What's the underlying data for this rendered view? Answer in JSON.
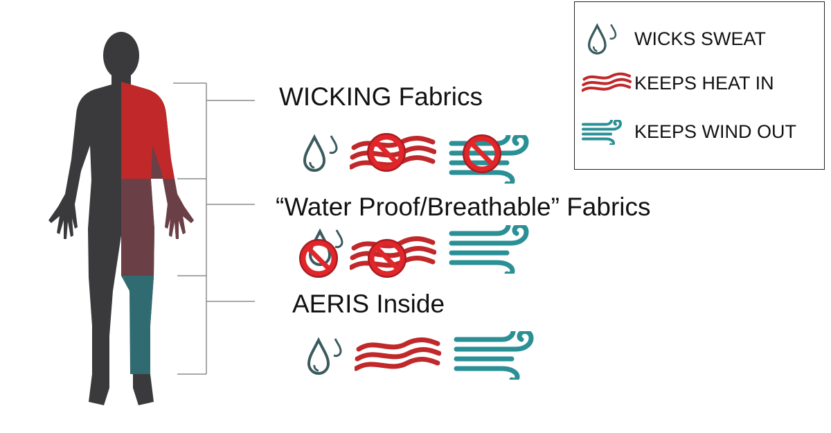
{
  "legend": {
    "items": [
      {
        "icon": "water-drops-icon",
        "label": "WICKS SWEAT",
        "color": "#3a5a5f"
      },
      {
        "icon": "heat-waves-icon",
        "label": "KEEPS HEAT IN",
        "color": "#c0282a"
      },
      {
        "icon": "wind-gust-icon",
        "label": "KEEPS WIND OUT",
        "color": "#2a9096"
      }
    ]
  },
  "layers": [
    {
      "title": "WICKING Fabrics",
      "color": "#c0282a",
      "wicks_sweat": true,
      "keeps_heat_in": false,
      "keeps_wind_out": false
    },
    {
      "title": "“Water Proof/Breathable” Fabrics",
      "color": "#6b3f46",
      "wicks_sweat": false,
      "keeps_heat_in": false,
      "keeps_wind_out": true
    },
    {
      "title": "AERIS Inside",
      "color": "#2f6b70",
      "wicks_sweat": true,
      "keeps_heat_in": true,
      "keeps_wind_out": true
    }
  ],
  "colors": {
    "body": "#3a3a3c",
    "prohibited": "#e0262a",
    "bracket": "#8a8a8a"
  }
}
